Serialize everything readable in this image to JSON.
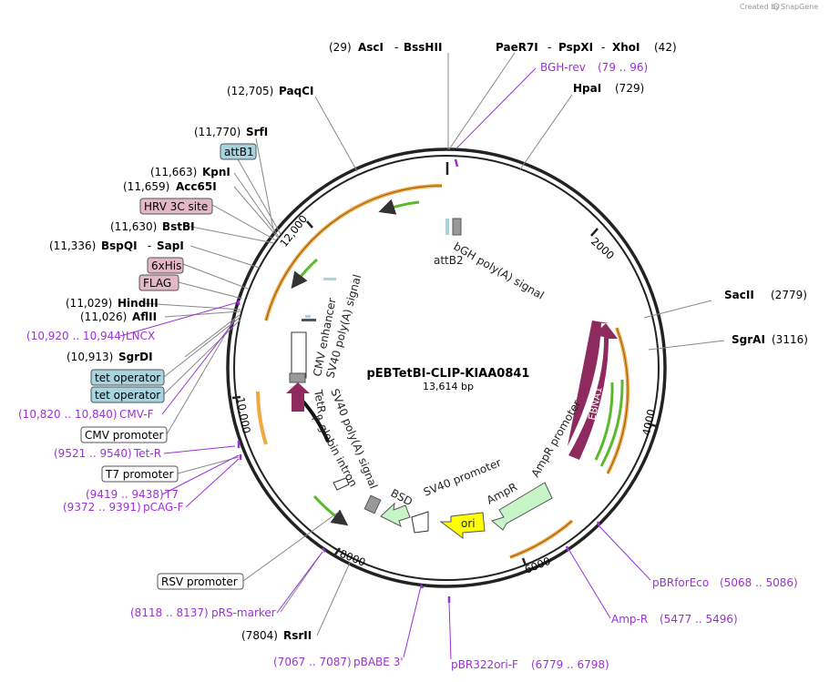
{
  "credit": {
    "text": "Created by",
    "brand": "SnapGene"
  },
  "plasmid": {
    "name": "pEBTetBI-CLIP-KIAA0841",
    "length": "13,614 bp"
  },
  "ticks": [
    "2000",
    "4000",
    "6000",
    "8000",
    "10,000",
    "12,000"
  ],
  "enzymes": {
    "asci": {
      "pos": "(29)",
      "name": "AscI",
      "name2": "BssHII"
    },
    "paer7i": {
      "name": "PaeR7I",
      "name2": "PspXI",
      "name3": "XhoI",
      "pos": "(42)"
    },
    "hpai": {
      "name": "HpaI",
      "pos": "(729)"
    },
    "paqci": {
      "pos": "(12,705)",
      "name": "PaqCI"
    },
    "srfi": {
      "pos": "(11,770)",
      "name": "SrfI"
    },
    "kpni": {
      "pos": "(11,663)",
      "name": "KpnI"
    },
    "acc65i": {
      "pos": "(11,659)",
      "name": "Acc65I"
    },
    "bstbi": {
      "pos": "(11,630)",
      "name": "BstBI"
    },
    "bspqi": {
      "pos": "(11,336)",
      "name": "BspQI",
      "name2": "SapI"
    },
    "hindiii": {
      "pos": "(11,029)",
      "name": "HindIII"
    },
    "aflii": {
      "pos": "(11,026)",
      "name": "AflII"
    },
    "sgrdi": {
      "pos": "(10,913)",
      "name": "SgrDI"
    },
    "sacii": {
      "name": "SacII",
      "pos": "(2779)"
    },
    "sgrai": {
      "name": "SgrAI",
      "pos": "(3116)"
    },
    "rsrii": {
      "pos": "(7804)",
      "name": "RsrII"
    }
  },
  "boxed": {
    "attb1": "attB1",
    "hrv": "HRV 3C site",
    "sixhis": "6xHis",
    "flag": "FLAG",
    "tetop1": "tet operator",
    "tetop2": "tet operator",
    "cmvprom": "CMV promoter",
    "t7prom": "T7 promoter",
    "rsvprom": "RSV promoter"
  },
  "primers": {
    "bghrev": {
      "name": "BGH-rev",
      "pos": "(79 .. 96)"
    },
    "lncx": {
      "pos": "(10,920 .. 10,944)",
      "name": "LNCX"
    },
    "cmvf": {
      "pos": "(10,820 .. 10,840)",
      "name": "CMV-F"
    },
    "tetr": {
      "pos": "(9521 .. 9540)",
      "name": "Tet-R"
    },
    "t7": {
      "pos": "(9419 .. 9438)",
      "name": "T7"
    },
    "pcagf": {
      "pos": "(9372 .. 9391)",
      "name": "pCAG-F"
    },
    "pbrforeco": {
      "name": "pBRforEco",
      "pos": "(5068 .. 5086)"
    },
    "ampr": {
      "name": "Amp-R",
      "pos": "(5477 .. 5496)"
    },
    "prsmarker": {
      "pos": "(8118 .. 8137)",
      "name": "pRS-marker"
    },
    "pbabe3": {
      "pos": "(7067 .. 7087)",
      "name": "pBABE 3'"
    },
    "pbr322orif": {
      "name": "pBR322ori-F",
      "pos": "(6779 .. 6798)"
    }
  },
  "features": {
    "bgh": "bGH poly(A) signal",
    "attb2": "attB2",
    "cmvenh": "CMV enhancer",
    "sv40pa1": "SV40 poly(A) signal",
    "tetr": "TetR",
    "sv40pa2": "SV40 poly(A) signal",
    "bglobin": "β-globin intron",
    "bsd": "BSD",
    "sv40prom": "SV40 promoter",
    "ampr": "AmpR",
    "amprprom": "AmpR promoter",
    "ori": "ori",
    "ebna1": "EBNA1"
  },
  "colors": {
    "backbone": "#222222",
    "primer": "#9b30d9",
    "orf": "#8e2a5e",
    "orange_arc": "#f2a742",
    "green_arc": "#5cb82e",
    "ampr": "#c8f5c8",
    "ori": "#ffff00",
    "box_blue": "#a8d4e0",
    "box_pink": "#e3b8c6"
  }
}
